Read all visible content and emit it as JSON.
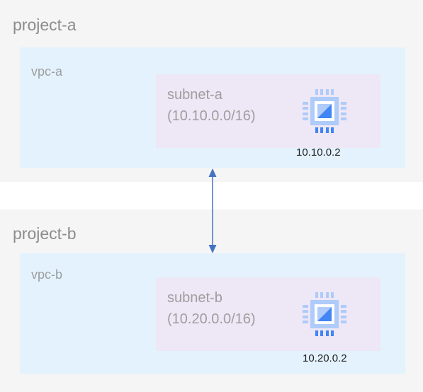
{
  "projects": [
    {
      "label": "project-a",
      "vpc": {
        "label": "vpc-a",
        "subnet": {
          "name": "subnet-a",
          "cidr": "(10.10.0.0/16)",
          "vm_ip": "10.10.0.2",
          "vm_icon": "compute-engine-icon"
        }
      }
    },
    {
      "label": "project-b",
      "vpc": {
        "label": "vpc-b",
        "subnet": {
          "name": "subnet-b",
          "cidr": "(10.20.0.0/16)",
          "vm_ip": "10.20.0.2",
          "vm_icon": "compute-engine-icon"
        }
      }
    }
  ],
  "connection": {
    "type": "bidirectional-arrow",
    "color": "#4472c4"
  },
  "colors": {
    "project_bg": "#f5f5f5",
    "vpc_bg": "#e3f2fd",
    "subnet_bg": "#ede7f6",
    "icon_light": "#aecbfa",
    "icon_dark": "#4285f4"
  }
}
